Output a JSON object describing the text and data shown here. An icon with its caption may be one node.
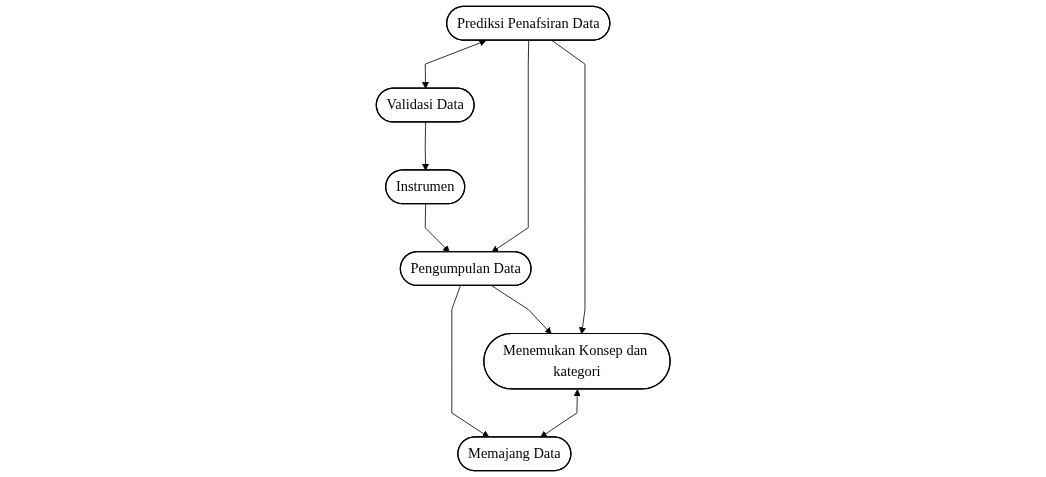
{
  "diagram": {
    "nodes": [
      {
        "text": [
          "Pengumpulan Data"
        ]
      },
      {
        "text": [
          "Instrumen"
        ]
      },
      {
        "text": [
          "Memajang Data"
        ]
      },
      {
        "text": [
          "Menemukan Konsep dan kategori"
        ]
      },
      {
        "text": [
          "Prediksi Penafsiran Data"
        ]
      },
      {
        "text": [
          "Validasi Data"
        ]
      }
    ],
    "edges": [
      {
        "from": 1,
        "to": 0,
        "arrow": "to"
      },
      {
        "from": 0,
        "to": 2,
        "arrow": "to"
      },
      {
        "from": 0,
        "to": 3,
        "arrow": "to"
      },
      {
        "from": 3,
        "to": 2,
        "arrow": "both"
      },
      {
        "from": 4,
        "to": 3,
        "arrow": "to"
      },
      {
        "from": 4,
        "to": 5,
        "arrow": "both"
      },
      {
        "from": 5,
        "to": 1,
        "arrow": "to"
      },
      {
        "from": 4,
        "to": 0,
        "arrow": "to"
      }
    ]
  }
}
